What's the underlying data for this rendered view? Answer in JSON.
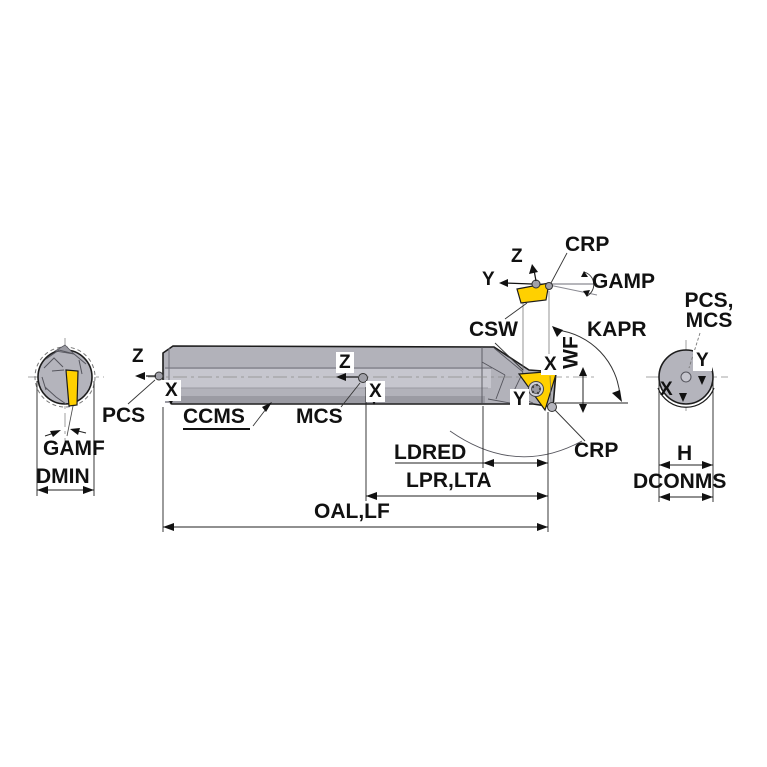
{
  "diagram": {
    "title": "boring-bar-dimension-drawing",
    "labels": {
      "crp_top": "CRP",
      "gamp": "GAMP",
      "z_detail": "Z",
      "y_detail": "Y",
      "csw": "CSW",
      "kapr": "KAPR",
      "wf": "WF",
      "x_head": "X",
      "y_head": "Y",
      "crp_bottom": "CRP",
      "pcs_mcs_right": "PCS,\nMCS",
      "y_right": "Y",
      "x_right": "X",
      "h": "H",
      "dconms": "DCONMS",
      "pcs_left": "PCS",
      "ccms": "CCMS",
      "mcs": "MCS",
      "z_left": "Z",
      "x_left": "X",
      "z_mid": "Z",
      "x_mid": "X",
      "gamf": "GAMF",
      "dmin": "DMIN",
      "ldred": "LDRED",
      "lpr_lta": "LPR,LTA",
      "oal_lf": "OAL,LF"
    },
    "colors": {
      "insert_yellow": "#ffd000",
      "body_gray": "#b4b4bc",
      "body_gray_light": "#c6c6ce",
      "body_gray_dark": "#93939b",
      "outline": "#1c1c1c",
      "background": "#ffffff"
    }
  }
}
